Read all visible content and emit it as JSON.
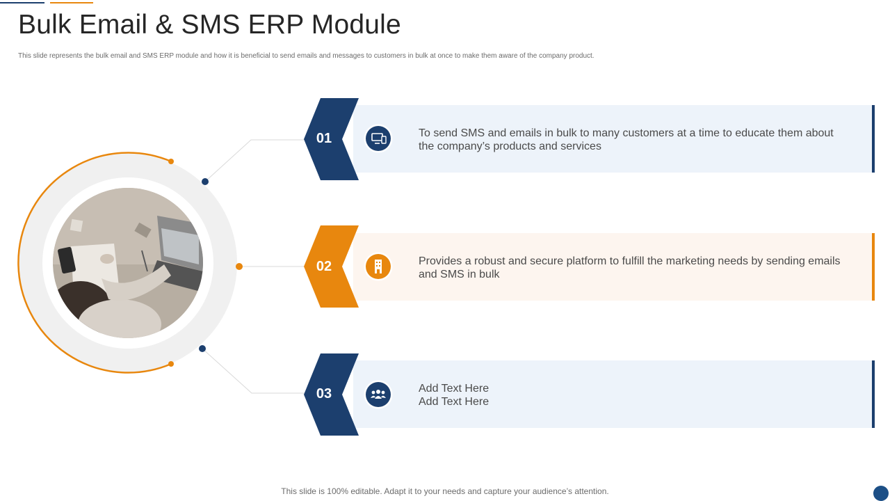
{
  "header": {
    "title": "Bulk Email & SMS ERP Module",
    "subtitle": "This slide represents the bulk email and SMS ERP  module and how it is beneficial to send emails and messages to customers in bulk at once to make them aware of the company product."
  },
  "items": [
    {
      "number": "01",
      "text": "To send SMS and emails in bulk to many customers at a time to educate them about the company’s products and services",
      "icon": "devices-icon",
      "accent": "#1c3f6e"
    },
    {
      "number": "02",
      "text": "Provides a robust and secure platform to fulfill the marketing needs by sending emails and SMS in bulk",
      "icon": "building-icon",
      "accent": "#e8870e"
    },
    {
      "number": "03",
      "text_lines": [
        "Add Text Here",
        "Add Text Here"
      ],
      "icon": "team-icon",
      "accent": "#1c3f6e"
    }
  ],
  "footer": {
    "note": "This slide is 100% editable. Adapt it to your needs and capture your audience’s attention."
  },
  "colors": {
    "navy": "#1c3f6e",
    "orange": "#e8870e",
    "panel_blue": "#edf3fa",
    "panel_orange": "#fdf5ef"
  }
}
